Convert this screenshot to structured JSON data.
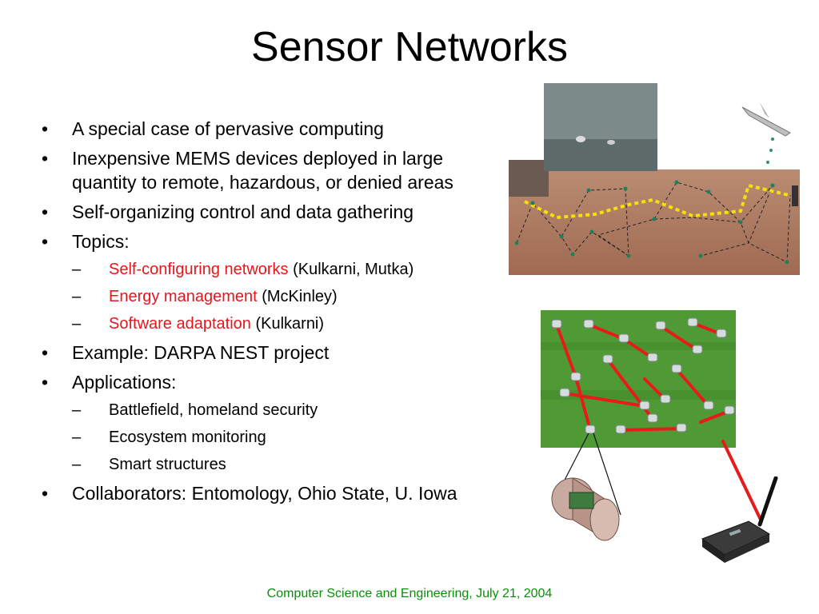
{
  "slide": {
    "title": "Sensor Networks",
    "footer": "Computer Science and Engineering, July 21, 2004"
  },
  "bullets": [
    {
      "text": "A special case of pervasive computing"
    },
    {
      "text": "Inexpensive MEMS devices deployed in large quantity to remote, hazardous, or denied areas"
    },
    {
      "text": "Self-organizing control and data gathering"
    },
    {
      "text": "Topics:"
    },
    {
      "highlight": "Self-configuring networks",
      "rest": " (Kulkarni, Mutka)"
    },
    {
      "highlight": "Energy management",
      "rest": " (McKinley)"
    },
    {
      "highlight": "Software adaptation",
      "rest": " (Kulkarni)"
    },
    {
      "text": "Example: DARPA NEST project"
    },
    {
      "text": "Applications:"
    },
    {
      "text": "Battlefield, homeland security"
    },
    {
      "text": "Ecosystem monitoring"
    },
    {
      "text": "Smart structures"
    },
    {
      "text": "Collaborators: Entomology, Ohio State, U. Iowa"
    }
  ],
  "markers": {
    "bullet": "•",
    "dash": "–"
  },
  "colors": {
    "highlight": "#e8151c",
    "footer": "#0a8f0a",
    "title": "#000000"
  }
}
